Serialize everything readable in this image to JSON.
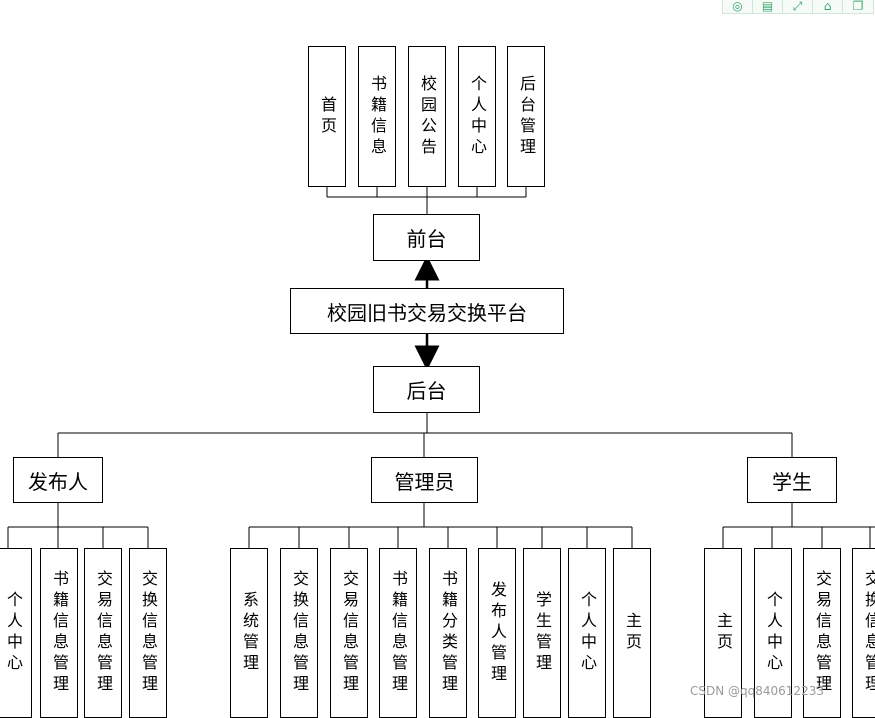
{
  "root": "校园旧书交易交换平台",
  "frontend": {
    "label": "前台",
    "modules": [
      "首页",
      "书籍信息",
      "校园公告",
      "个人中心",
      "后台管理"
    ]
  },
  "backend": {
    "label": "后台",
    "roles": [
      {
        "label": "发布人",
        "modules": [
          "个人中心",
          "书籍信息管理",
          "交易信息管理",
          "交换信息管理"
        ]
      },
      {
        "label": "管理员",
        "modules": [
          "系统管理",
          "交换信息管理",
          "交易信息管理",
          "书籍信息管理",
          "书籍分类管理",
          "发布人管理",
          "学生管理",
          "个人中心",
          "主页"
        ]
      },
      {
        "label": "学生",
        "modules": [
          "主页",
          "个人中心",
          "交易信息管理",
          "交换信息管理"
        ]
      }
    ]
  },
  "watermark": "CSDN @qq840612233",
  "toolbar_icons": [
    "zoom-icon",
    "document-icon",
    "expand-icon",
    "home-icon",
    "copy-icon"
  ],
  "colors": {
    "line": "#000000",
    "toolbar_accent": "#3aa66a",
    "watermark": "#9a9a9a"
  }
}
